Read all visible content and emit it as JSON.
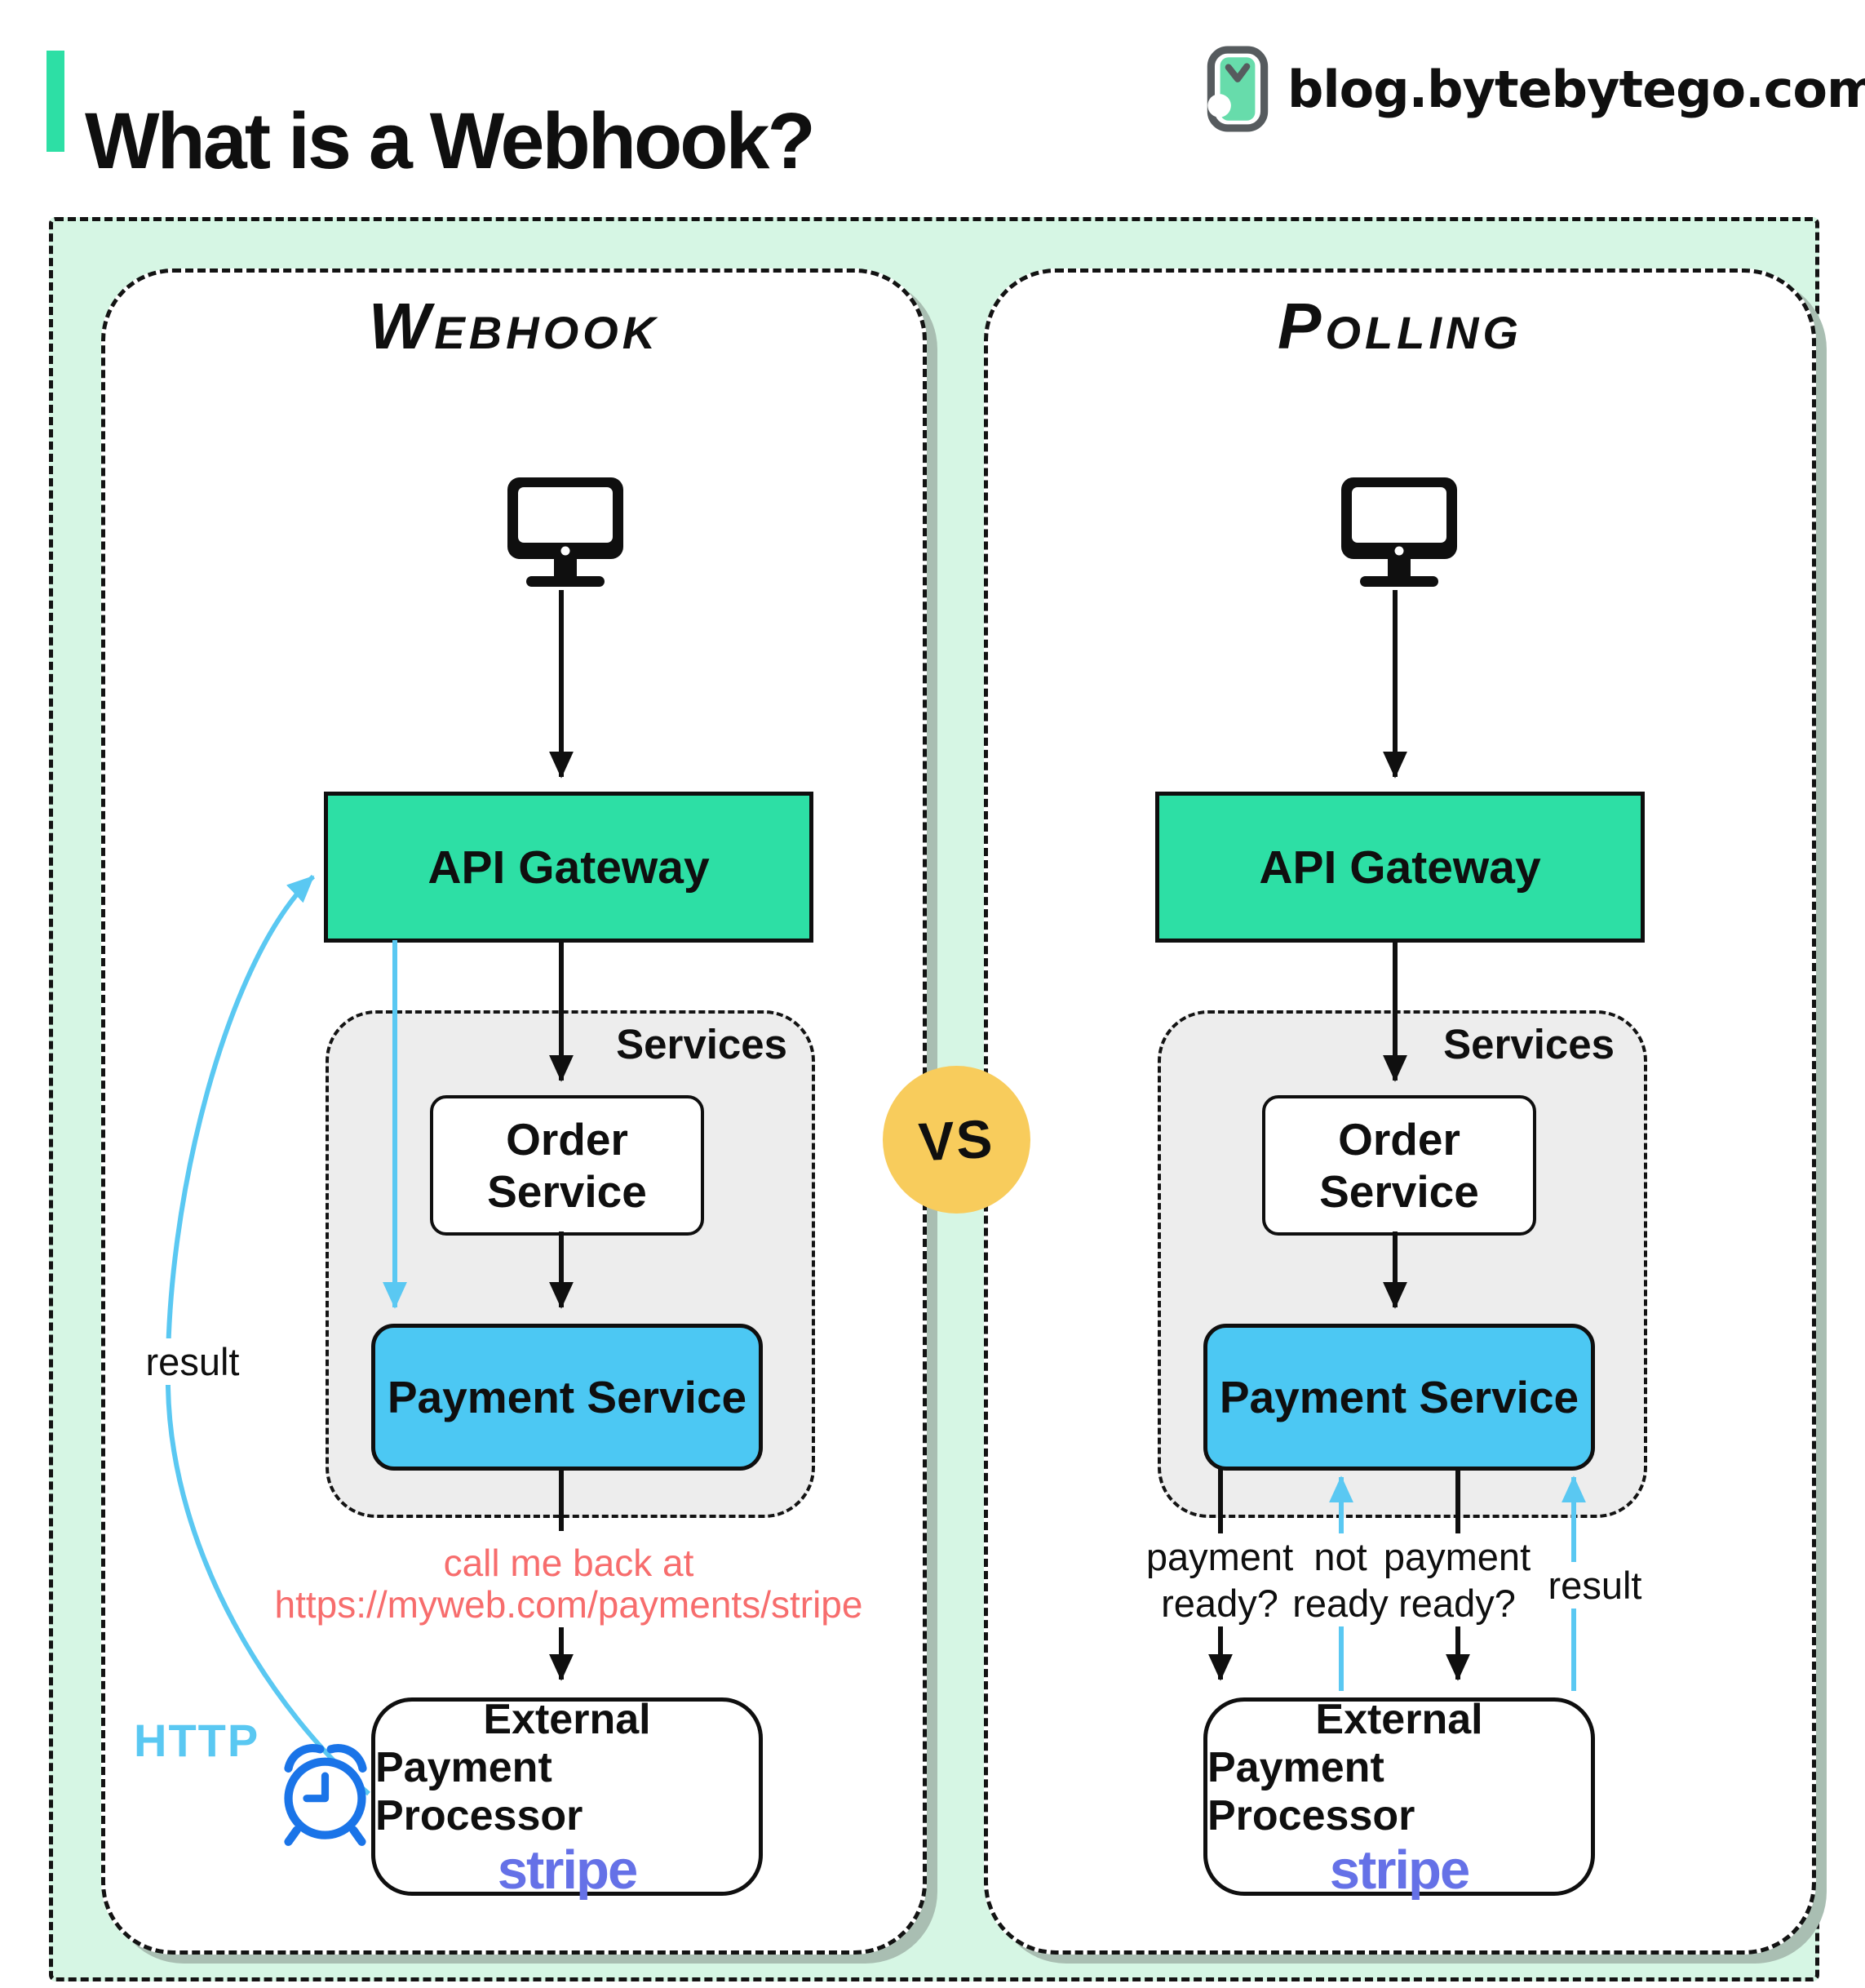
{
  "header": {
    "title": "What is a Webhook?",
    "brand": "blog.bytebytego.com"
  },
  "icons": {
    "brand_logo": "bytebytego-logo",
    "computer": "computer-icon",
    "alarm_clock": "alarm-clock-icon"
  },
  "colors": {
    "ink": "#0f0f0f",
    "teal": "#2ddfa5",
    "mint": "#d6f6e4",
    "payment_blue": "#4cc8f3",
    "services_gray": "#ededed",
    "arrow_blue": "#5ac8f2",
    "clock_blue": "#1a74e8",
    "callback_red": "#f76d6d",
    "vs_yellow": "#f8cc5c",
    "stripe_purple": "#6571e7",
    "shadow_green": "#a9beb2"
  },
  "vs": {
    "label": "VS"
  },
  "webhook": {
    "title": "Webhook",
    "api_gateway": "API Gateway",
    "services": "Services",
    "order": {
      "line1": "Order",
      "line2": "Service"
    },
    "payment": "Payment Service",
    "callback": {
      "line1": "call me back at",
      "line2": "https://myweb.com/payments/stripe"
    },
    "result": "result",
    "http": "HTTP",
    "external": {
      "line1": "External",
      "line2": "Payment Processor",
      "brand": "stripe"
    }
  },
  "polling": {
    "title": "Polling",
    "api_gateway": "API Gateway",
    "services": "Services",
    "order": {
      "line1": "Order",
      "line2": "Service"
    },
    "payment": "Payment Service",
    "arrows": [
      {
        "line1": "payment",
        "line2": "ready?"
      },
      {
        "line1": "not",
        "line2": "ready"
      },
      {
        "line1": "payment",
        "line2": "ready?"
      },
      {
        "line1": "result",
        "line2": ""
      }
    ],
    "external": {
      "line1": "External",
      "line2": "Payment Processor",
      "brand": "stripe"
    }
  }
}
